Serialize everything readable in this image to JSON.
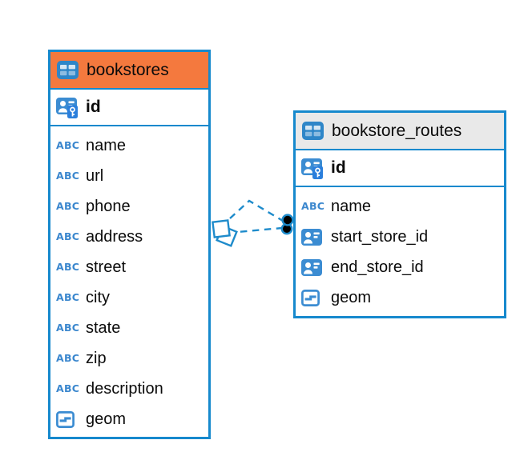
{
  "icons": {
    "varchar_glyph": "ABC"
  },
  "colors": {
    "accent_blue": "#1689CD",
    "icon_blue": "#3B8CD2",
    "varchar_blue": "#3B87CE",
    "key_blue": "#2B7FDC",
    "header_orange": "#F4793E",
    "header_gray": "#E9E9E9",
    "text": "#0B0B0B",
    "background": "#FFFFFF",
    "relation_dot_fill": "#000000"
  },
  "tables": [
    {
      "title": "bookstores",
      "header_state": "selected-orange",
      "primary_key": {
        "label": "id",
        "type": "primary-key"
      },
      "columns": [
        {
          "label": "name",
          "type": "varchar"
        },
        {
          "label": "url",
          "type": "varchar"
        },
        {
          "label": "phone",
          "type": "varchar"
        },
        {
          "label": "address",
          "type": "varchar"
        },
        {
          "label": "street",
          "type": "varchar"
        },
        {
          "label": "city",
          "type": "varchar"
        },
        {
          "label": "state",
          "type": "varchar"
        },
        {
          "label": "zip",
          "type": "varchar"
        },
        {
          "label": "description",
          "type": "varchar"
        },
        {
          "label": "geom",
          "type": "geometry"
        }
      ]
    },
    {
      "title": "bookstore_routes",
      "header_state": "default-gray",
      "primary_key": {
        "label": "id",
        "type": "primary-key"
      },
      "columns": [
        {
          "label": "name",
          "type": "varchar"
        },
        {
          "label": "start_store_id",
          "type": "reference"
        },
        {
          "label": "end_store_id",
          "type": "reference"
        },
        {
          "label": "geom",
          "type": "geometry"
        }
      ]
    }
  ],
  "relations": {
    "count": 2,
    "style": "dashed",
    "from_table": "bookstores",
    "to_table": "bookstore_routes",
    "from_marker": "square",
    "to_marker": "dot"
  }
}
